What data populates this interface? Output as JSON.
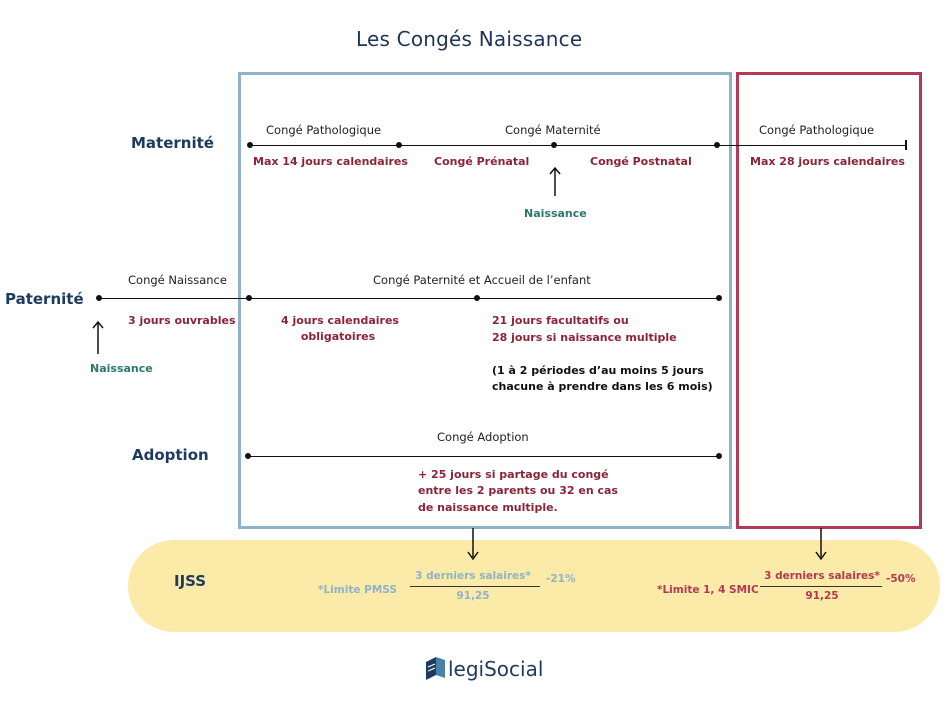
{
  "title": "Les Congés Naissance",
  "maternite": {
    "label": "Maternité",
    "patho1": "Congé Pathologique",
    "maternite": "Congé Maternité",
    "patho2": "Congé Pathologique",
    "max14": "Max 14 jours calendaires",
    "prenatal": "Congé Prénatal",
    "postnatal": "Congé Postnatal",
    "max28": "Max 28 jours calendaires",
    "naissance": "Naissance"
  },
  "paternite": {
    "label": "Paternité",
    "conge_naissance": "Congé Naissance",
    "conge_paternite": "Congé Paternité et Accueil de l’enfant",
    "trois_jours": "3 jours ouvrables",
    "quatre_jours_l1": "4 jours calendaires",
    "quatre_jours_l2": "obligatoires",
    "facultatifs_l1": "21 jours facultatifs ou",
    "facultatifs_l2": "28 jours si naissance multiple",
    "periodes_l1": "(1 à 2 périodes d’au moins 5 jours",
    "periodes_l2": "chacune à prendre dans les 6 mois)",
    "naissance": "Naissance"
  },
  "adoption": {
    "label": "Adoption",
    "conge": "Congé Adoption",
    "note_l1": "+ 25 jours si partage du congé",
    "note_l2": "entre les 2 parents ou 32 en cas",
    "note_l3": "de naissance multiple."
  },
  "ijss": {
    "label": "IJSS",
    "left_limit": "*Limite PMSS",
    "left_num": "3 derniers salaires*",
    "left_den": "91,25",
    "left_pct": "-21%",
    "right_limit": "*Limite 1, 4 SMIC",
    "right_num": "3 derniers salaires*",
    "right_den": "91,25",
    "right_pct": "-50%"
  },
  "logo": {
    "text": "legiSocial"
  },
  "colors": {
    "blue": "#8fb3c9",
    "red": "#b23a55",
    "navy": "#1d3a5f",
    "teal": "#2d7770",
    "band": "#fbeaa8"
  }
}
